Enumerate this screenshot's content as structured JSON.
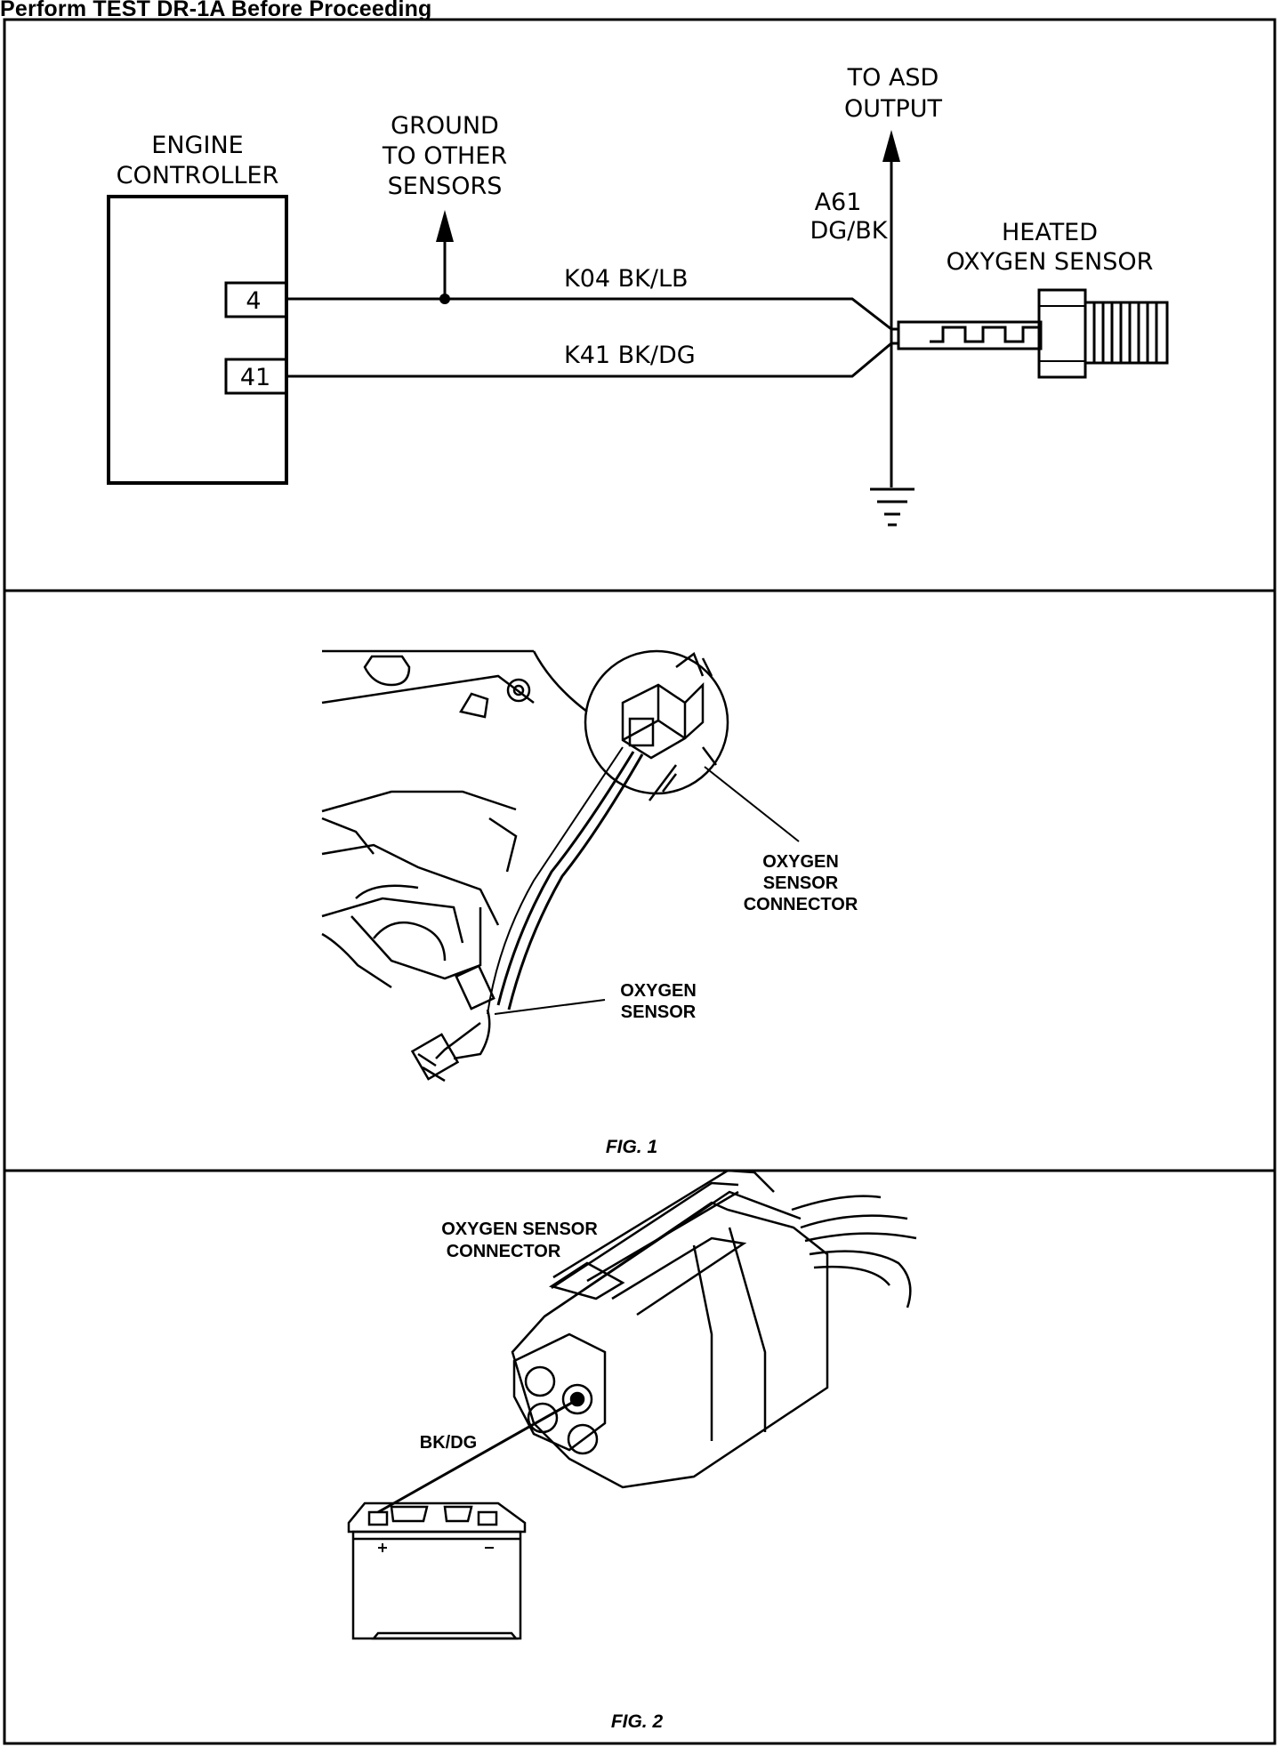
{
  "header": {
    "title": "Perform TEST DR-1A Before Proceeding"
  },
  "schematic": {
    "engine_controller": [
      "ENGINE",
      "CONTROLLER"
    ],
    "pin_a": "4",
    "pin_b": "41",
    "ground_label": [
      "GROUND",
      "TO OTHER",
      "SENSORS"
    ],
    "asd_label": [
      "TO ASD",
      "OUTPUT"
    ],
    "a61_label": [
      "A61",
      "DG/BK"
    ],
    "wire_top": "K04 BK/LB",
    "wire_bottom": "K41 BK/DG",
    "sensor_label": [
      "HEATED",
      "OXYGEN SENSOR"
    ]
  },
  "fig1": {
    "connector_label": [
      "OXYGEN",
      "SENSOR",
      "CONNECTOR"
    ],
    "sensor_label": [
      "OXYGEN",
      "SENSOR"
    ],
    "caption": "FIG. 1"
  },
  "fig2": {
    "connector_label": [
      "OXYGEN SENSOR",
      "CONNECTOR"
    ],
    "wire_label": "BK/DG",
    "caption": "FIG. 2"
  }
}
